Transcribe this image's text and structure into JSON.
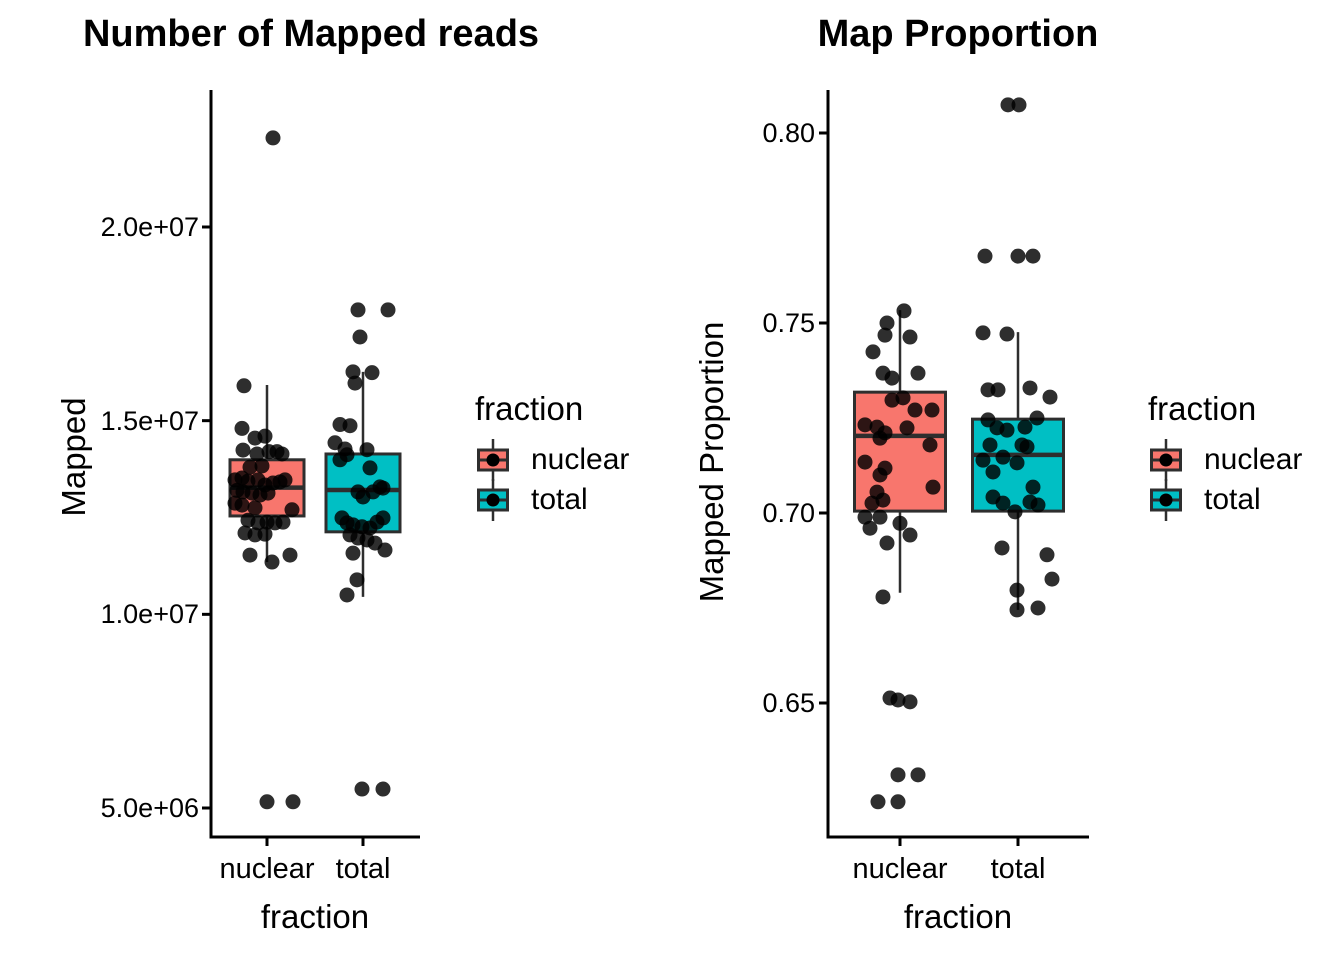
{
  "palette": {
    "nuclear": "#F8766D",
    "total": "#00BFC4",
    "points": "#000000",
    "box_border": "#2e2e2e",
    "axis": "#000000",
    "text": "#000000",
    "background": "#FFFFFF"
  },
  "chart_data": [
    {
      "type": "boxplot",
      "title": "Number of Mapped reads",
      "xlabel": "fraction",
      "ylabel": "Mapped",
      "legend_title": "fraction",
      "legend_position": "right",
      "grid": false,
      "categories": [
        "nuclear",
        "total"
      ],
      "ytick_labels": [
        "5.0e+06",
        "1.0e+07",
        "1.5e+07",
        "2.0e+07"
      ],
      "ytick_values": [
        5000000,
        10000000,
        15000000,
        20000000
      ],
      "ylim": [
        4250000,
        23550000
      ],
      "series": [
        {
          "name": "nuclear",
          "color": "#F8766D",
          "box": {
            "lower_whisker": 11350000,
            "q1": 12540000,
            "median": 13270000,
            "q3": 13990000,
            "upper_whisker": 15920000
          },
          "points_dx_value": [
            [
              6,
              22300000
            ],
            [
              -23,
              15900000
            ],
            [
              -25,
              14800000
            ],
            [
              -12,
              14550000
            ],
            [
              -2,
              14600000
            ],
            [
              -24,
              14240000
            ],
            [
              -10,
              14140000
            ],
            [
              2,
              14200000
            ],
            [
              10,
              14200000
            ],
            [
              15,
              14140000
            ],
            [
              -17,
              13800000
            ],
            [
              -5,
              13830000
            ],
            [
              -32,
              13470000
            ],
            [
              -25,
              13520000
            ],
            [
              -19,
              13440000
            ],
            [
              -9,
              13470000
            ],
            [
              -2,
              13340000
            ],
            [
              6,
              13390000
            ],
            [
              13,
              13420000
            ],
            [
              18,
              13470000
            ],
            [
              -30,
              13200000
            ],
            [
              -24,
              13160000
            ],
            [
              -15,
              13130000
            ],
            [
              -7,
              13080000
            ],
            [
              1,
              13130000
            ],
            [
              -32,
              12870000
            ],
            [
              -25,
              12820000
            ],
            [
              -12,
              12750000
            ],
            [
              25,
              12700000
            ],
            [
              -19,
              12430000
            ],
            [
              -9,
              12360000
            ],
            [
              0,
              12380000
            ],
            [
              8,
              12360000
            ],
            [
              16,
              12380000
            ],
            [
              -22,
              12100000
            ],
            [
              -12,
              12050000
            ],
            [
              -2,
              12070000
            ],
            [
              -17,
              11530000
            ],
            [
              5,
              11350000
            ],
            [
              23,
              11530000
            ],
            [
              0,
              5160000
            ],
            [
              26,
              5160000
            ]
          ]
        },
        {
          "name": "total",
          "color": "#00BFC4",
          "box": {
            "lower_whisker": 10450000,
            "q1": 12130000,
            "median": 13210000,
            "q3": 14140000,
            "upper_whisker": 16260000
          },
          "points_dx_value": [
            [
              -5,
              17860000
            ],
            [
              25,
              17860000
            ],
            [
              -3,
              17160000
            ],
            [
              -10,
              16260000
            ],
            [
              9,
              16240000
            ],
            [
              -8,
              15970000
            ],
            [
              -23,
              14900000
            ],
            [
              -13,
              14870000
            ],
            [
              -28,
              14430000
            ],
            [
              -18,
              14270000
            ],
            [
              -16,
              14120000
            ],
            [
              4,
              14250000
            ],
            [
              -23,
              13990000
            ],
            [
              7,
              13780000
            ],
            [
              17,
              13290000
            ],
            [
              -5,
              13160000
            ],
            [
              0,
              13030000
            ],
            [
              10,
              13160000
            ],
            [
              20,
              13260000
            ],
            [
              -21,
              12490000
            ],
            [
              -16,
              12360000
            ],
            [
              -10,
              12310000
            ],
            [
              -1,
              12260000
            ],
            [
              7,
              12230000
            ],
            [
              14,
              12380000
            ],
            [
              20,
              12490000
            ],
            [
              -13,
              12050000
            ],
            [
              -5,
              11970000
            ],
            [
              4,
              11920000
            ],
            [
              12,
              11840000
            ],
            [
              22,
              11660000
            ],
            [
              -10,
              11580000
            ],
            [
              -6,
              10890000
            ],
            [
              -16,
              10500000
            ],
            [
              -1,
              5490000
            ],
            [
              20,
              5490000
            ]
          ]
        }
      ]
    },
    {
      "type": "boxplot",
      "title": "Map Proportion",
      "xlabel": "fraction",
      "ylabel": "Mapped Proportion",
      "legend_title": "fraction",
      "legend_position": "right",
      "grid": false,
      "categories": [
        "nuclear",
        "total"
      ],
      "ytick_labels": [
        "0.65",
        "0.70",
        "0.75",
        "0.80"
      ],
      "ytick_values": [
        0.65,
        0.7,
        0.75,
        0.8
      ],
      "ylim": [
        0.615,
        0.811
      ],
      "series": [
        {
          "name": "nuclear",
          "color": "#F8766D",
          "box": {
            "lower_whisker": 0.679,
            "q1": 0.7005,
            "median": 0.7203,
            "q3": 0.7318,
            "upper_whisker": 0.7534
          },
          "points_dx_value": [
            [
              4,
              0.7532
            ],
            [
              -13,
              0.75
            ],
            [
              -15,
              0.7468
            ],
            [
              10,
              0.7463
            ],
            [
              -27,
              0.7424
            ],
            [
              -17,
              0.7368
            ],
            [
              -8,
              0.7355
            ],
            [
              18,
              0.7368
            ],
            [
              -8,
              0.7297
            ],
            [
              3,
              0.7303
            ],
            [
              15,
              0.7271
            ],
            [
              32,
              0.7271
            ],
            [
              -35,
              0.7232
            ],
            [
              -23,
              0.7226
            ],
            [
              -15,
              0.7211
            ],
            [
              -20,
              0.7197
            ],
            [
              7,
              0.7224
            ],
            [
              30,
              0.7179
            ],
            [
              -35,
              0.7134
            ],
            [
              -15,
              0.7118
            ],
            [
              -20,
              0.71
            ],
            [
              33,
              0.7068
            ],
            [
              -23,
              0.7055
            ],
            [
              -17,
              0.7034
            ],
            [
              -28,
              0.7026
            ],
            [
              -35,
              0.6989
            ],
            [
              -20,
              0.6989
            ],
            [
              -30,
              0.696
            ],
            [
              0,
              0.6973
            ],
            [
              10,
              0.6942
            ],
            [
              -13,
              0.6921
            ],
            [
              -17,
              0.6779
            ],
            [
              -10,
              0.6513
            ],
            [
              -2,
              0.6508
            ],
            [
              10,
              0.6503
            ],
            [
              -2,
              0.6311
            ],
            [
              18,
              0.6311
            ],
            [
              -22,
              0.624
            ],
            [
              -2,
              0.624
            ]
          ]
        },
        {
          "name": "total",
          "color": "#00BFC4",
          "box": {
            "lower_whisker": 0.6745,
            "q1": 0.7005,
            "median": 0.7153,
            "q3": 0.7247,
            "upper_whisker": 0.7476
          },
          "points_dx_value": [
            [
              -10,
              0.8074
            ],
            [
              1,
              0.8074
            ],
            [
              -33,
              0.7676
            ],
            [
              0,
              0.7676
            ],
            [
              15,
              0.7676
            ],
            [
              -35,
              0.7474
            ],
            [
              -11,
              0.7471
            ],
            [
              -30,
              0.7324
            ],
            [
              -20,
              0.7324
            ],
            [
              12,
              0.7329
            ],
            [
              32,
              0.7305
            ],
            [
              19,
              0.725
            ],
            [
              -30,
              0.7245
            ],
            [
              -21,
              0.7224
            ],
            [
              -11,
              0.7218
            ],
            [
              7,
              0.7226
            ],
            [
              -28,
              0.7179
            ],
            [
              -15,
              0.7147
            ],
            [
              4,
              0.7179
            ],
            [
              9,
              0.7174
            ],
            [
              -35,
              0.7139
            ],
            [
              -25,
              0.7108
            ],
            [
              -1,
              0.7132
            ],
            [
              15,
              0.7068
            ],
            [
              -25,
              0.7042
            ],
            [
              -15,
              0.7026
            ],
            [
              -3,
              0.7003
            ],
            [
              12,
              0.7029
            ],
            [
              20,
              0.7021
            ],
            [
              -16,
              0.6908
            ],
            [
              29,
              0.689
            ],
            [
              34,
              0.6826
            ],
            [
              -1,
              0.6797
            ],
            [
              -1,
              0.6745
            ],
            [
              20,
              0.675
            ]
          ]
        }
      ]
    }
  ]
}
